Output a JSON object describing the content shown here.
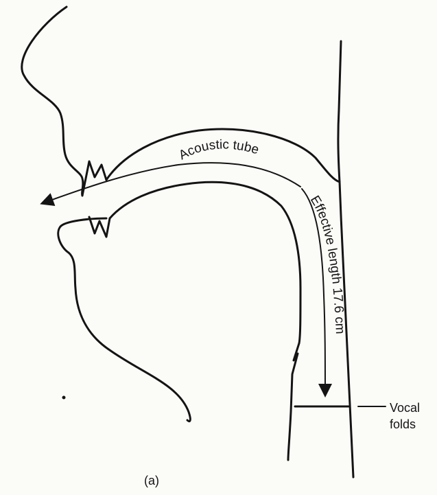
{
  "labels": {
    "acoustic_tube": "Acoustic tube",
    "effective_length": "Effective length 17.6 cm",
    "vocal": "Vocal",
    "folds": "folds",
    "caption": "(a)"
  },
  "colors": {
    "ink": "#141414",
    "paper": "#fbfbf8"
  }
}
